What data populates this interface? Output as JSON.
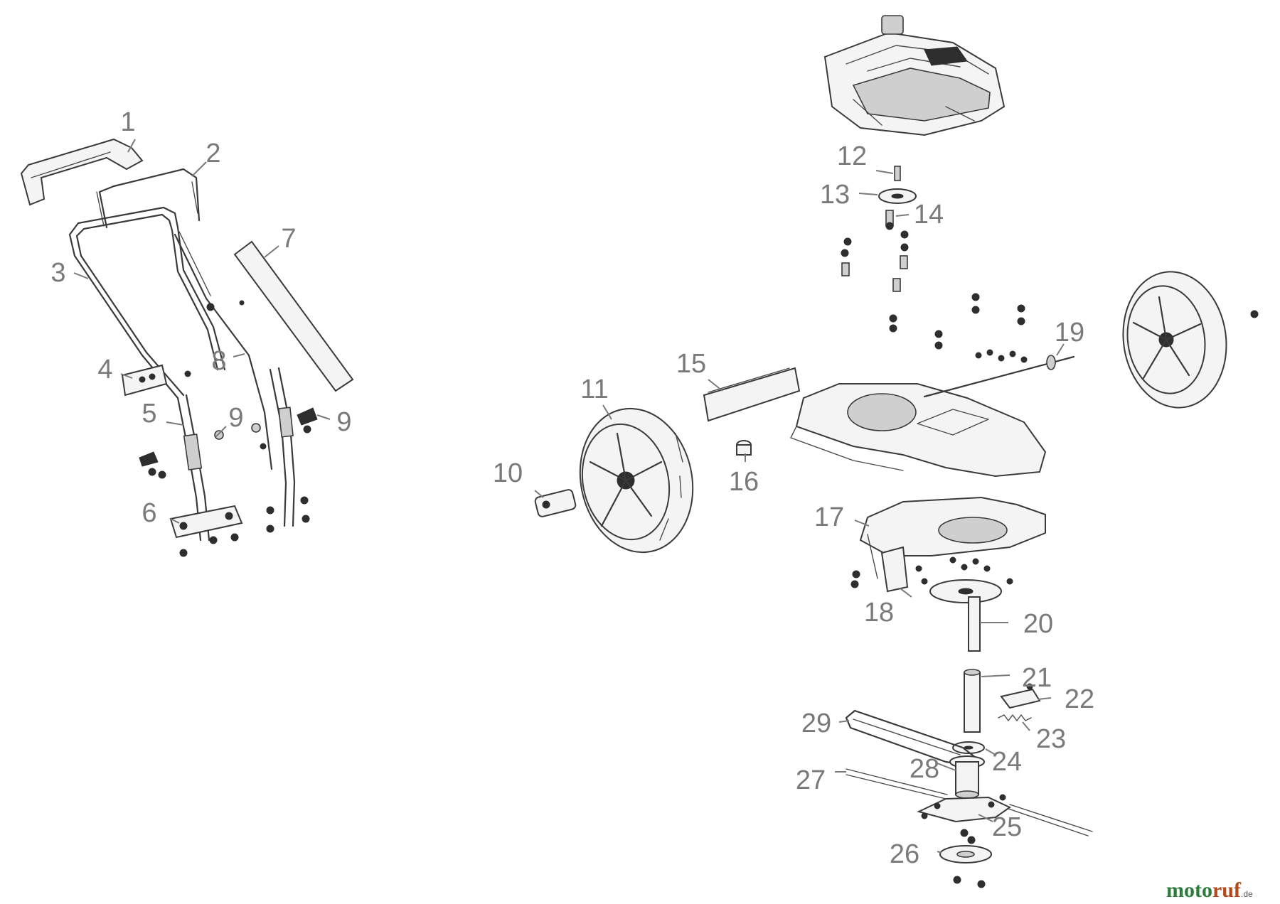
{
  "callouts": [
    {
      "id": "1",
      "label": "1"
    },
    {
      "id": "2",
      "label": "2"
    },
    {
      "id": "3",
      "label": "3"
    },
    {
      "id": "4",
      "label": "4"
    },
    {
      "id": "5",
      "label": "5"
    },
    {
      "id": "6",
      "label": "6"
    },
    {
      "id": "7",
      "label": "7"
    },
    {
      "id": "8",
      "label": "8"
    },
    {
      "id": "9a",
      "label": "9"
    },
    {
      "id": "9b",
      "label": "9"
    },
    {
      "id": "10",
      "label": "10"
    },
    {
      "id": "11",
      "label": "11"
    },
    {
      "id": "12",
      "label": "12"
    },
    {
      "id": "13",
      "label": "13"
    },
    {
      "id": "14",
      "label": "14"
    },
    {
      "id": "15",
      "label": "15"
    },
    {
      "id": "16",
      "label": "16"
    },
    {
      "id": "17",
      "label": "17"
    },
    {
      "id": "18",
      "label": "18"
    },
    {
      "id": "19",
      "label": "19"
    },
    {
      "id": "20",
      "label": "20"
    },
    {
      "id": "21",
      "label": "21"
    },
    {
      "id": "22",
      "label": "22"
    },
    {
      "id": "23",
      "label": "23"
    },
    {
      "id": "24",
      "label": "24"
    },
    {
      "id": "25",
      "label": "25"
    },
    {
      "id": "26",
      "label": "26"
    },
    {
      "id": "27",
      "label": "27"
    },
    {
      "id": "28",
      "label": "28"
    },
    {
      "id": "29",
      "label": "29"
    }
  ],
  "watermark": {
    "part1": "moto",
    "part2": "ruf",
    "suffix": ".de"
  }
}
